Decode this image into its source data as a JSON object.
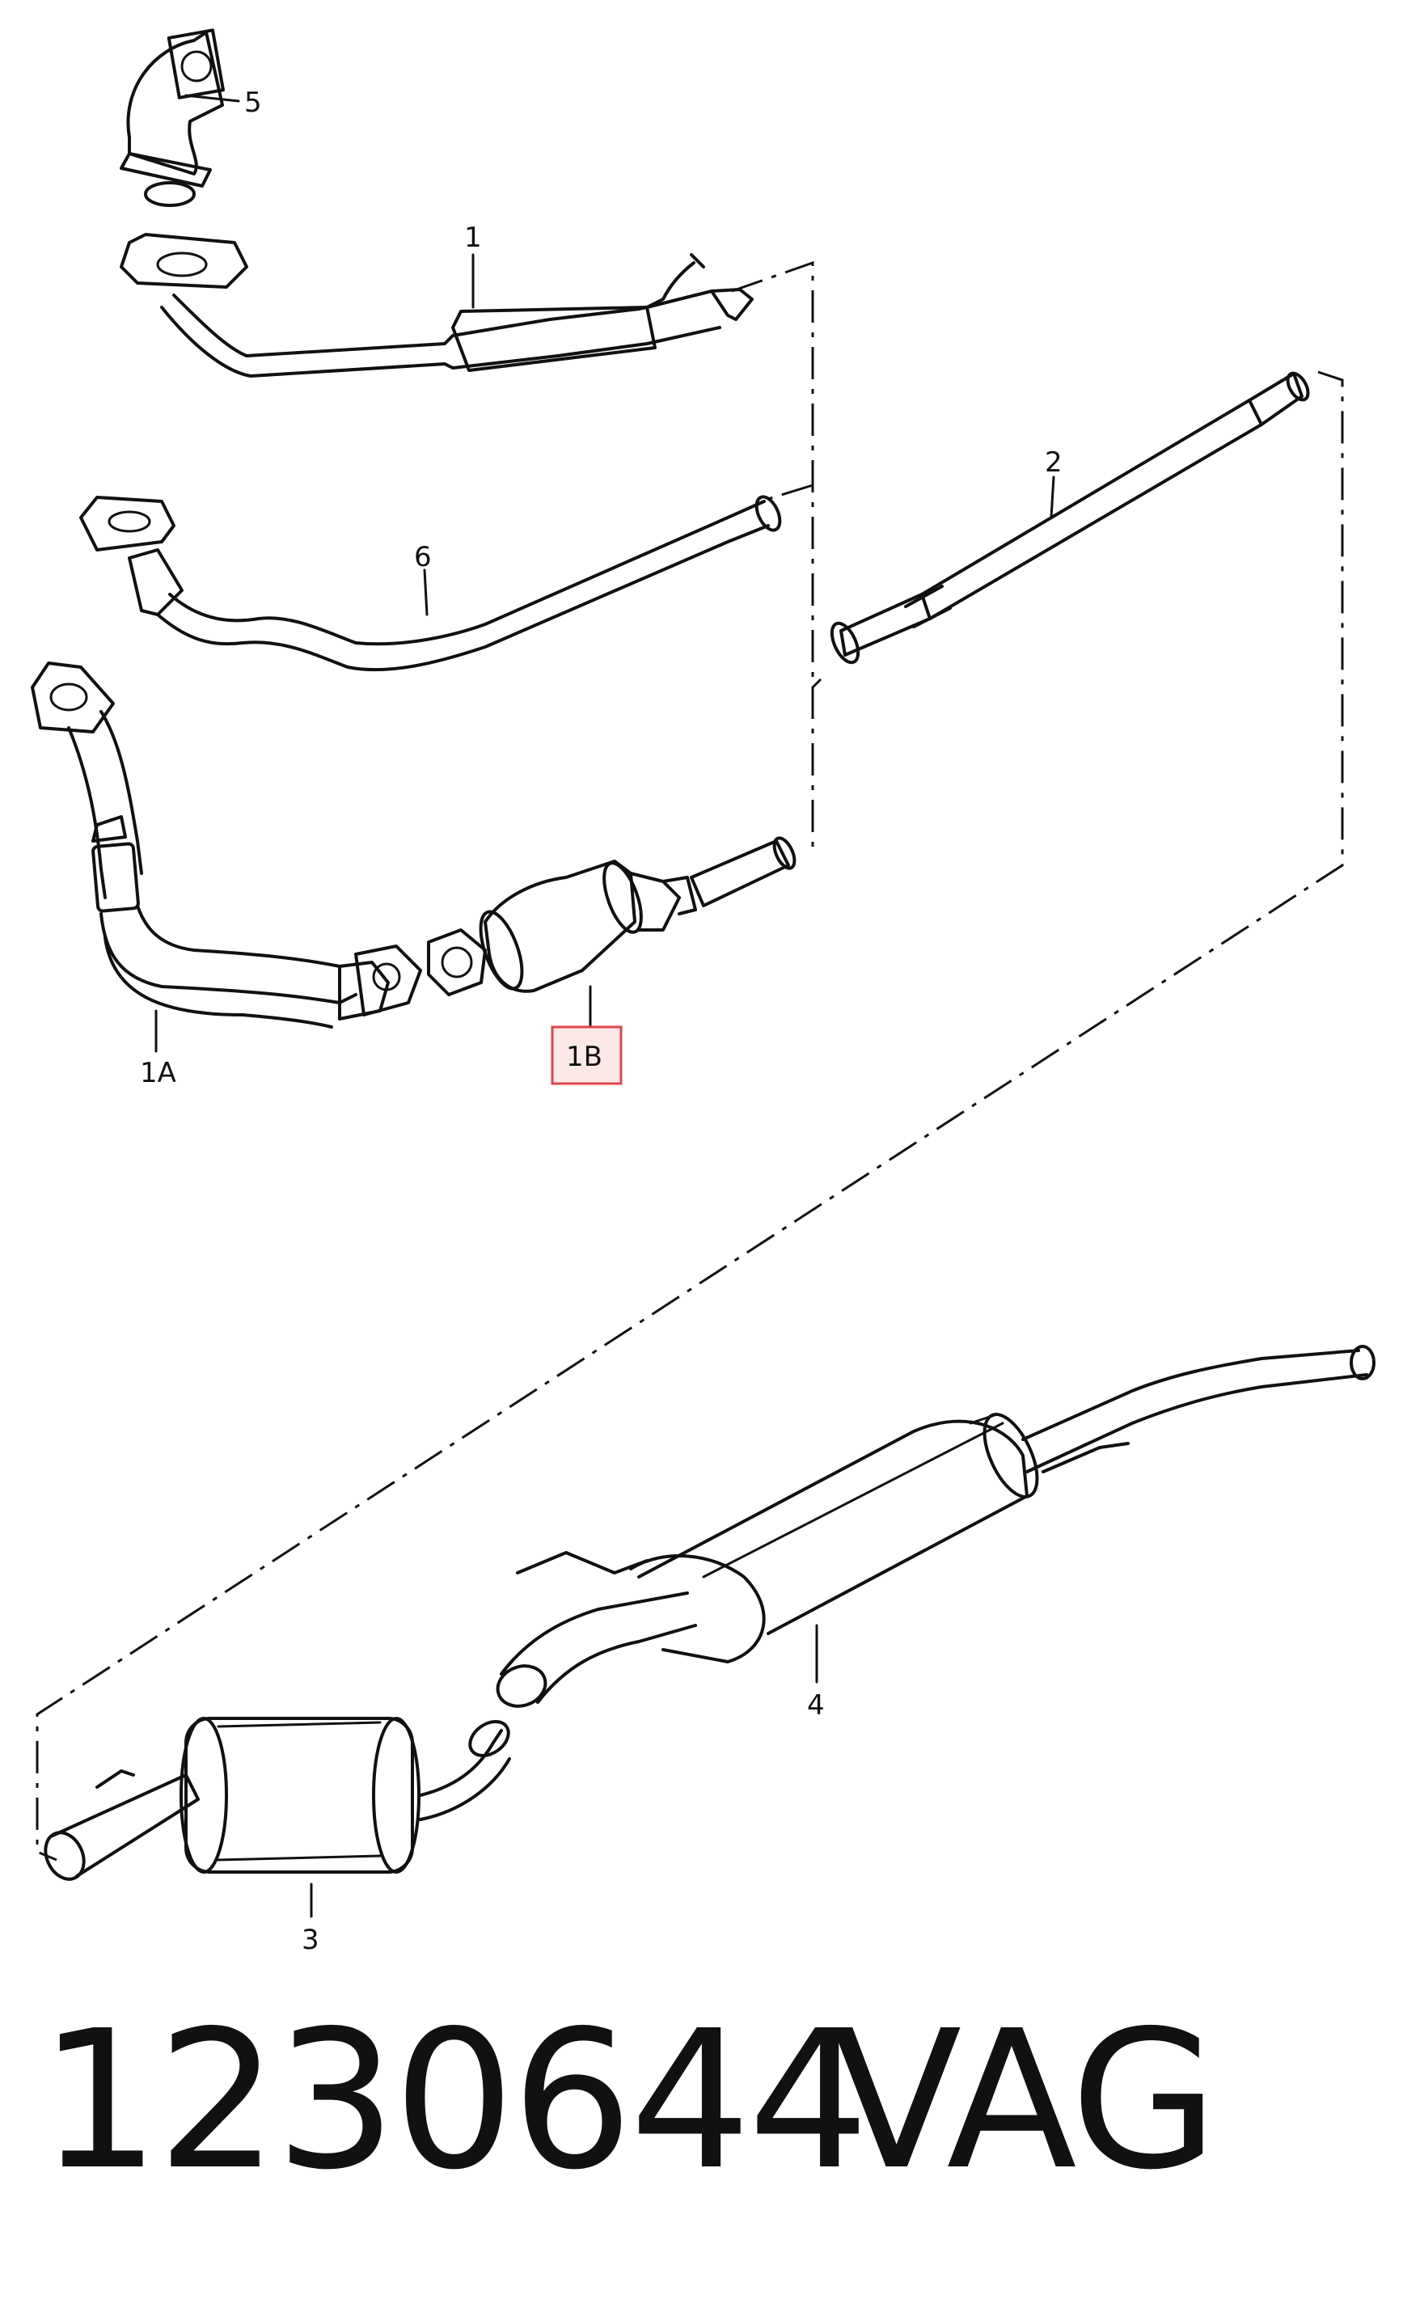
{
  "callouts": {
    "c1": "1",
    "c1a": "1A",
    "c1b": "1B",
    "c2": "2",
    "c3": "3",
    "c4": "4",
    "c5": "5",
    "c6": "6"
  },
  "highlight": {
    "label": "1B",
    "color": "#e0454b"
  },
  "footer": {
    "part_number": "1230644",
    "brand": "VAG"
  }
}
